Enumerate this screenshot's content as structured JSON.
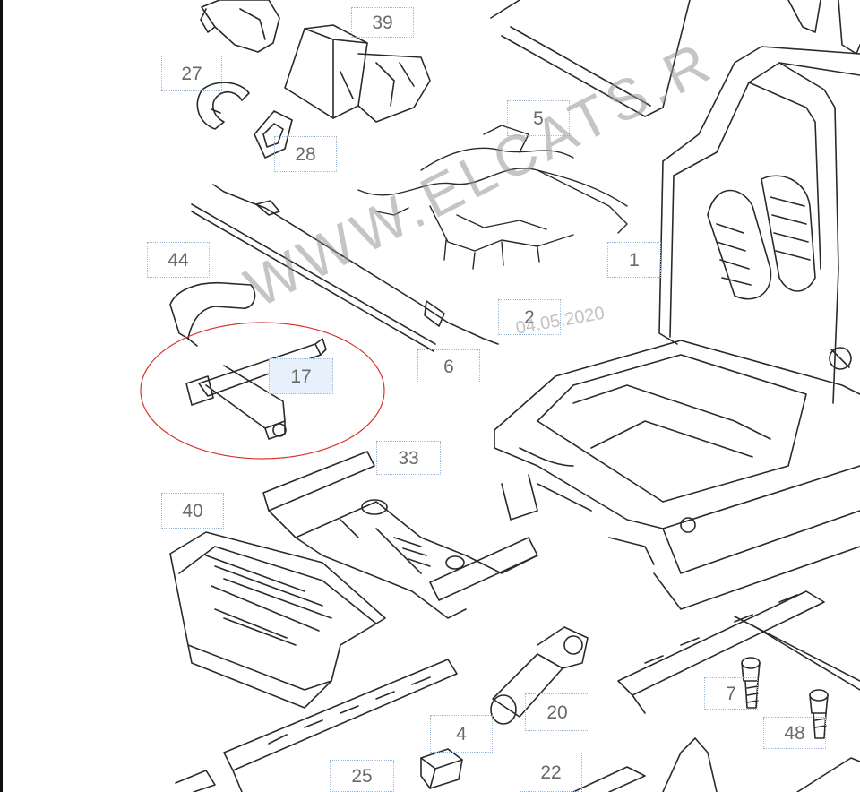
{
  "diagram": {
    "watermark": "WWW.ELCATS.R",
    "date_stamp": "04.05.2020",
    "highlight_color": "#d9342b",
    "callouts": [
      {
        "id": "c39",
        "label": "39"
      },
      {
        "id": "c27",
        "label": "27"
      },
      {
        "id": "c28",
        "label": "28"
      },
      {
        "id": "c5",
        "label": "5"
      },
      {
        "id": "c44",
        "label": "44"
      },
      {
        "id": "c1",
        "label": "1"
      },
      {
        "id": "c2",
        "label": "2"
      },
      {
        "id": "c6",
        "label": "6"
      },
      {
        "id": "c17",
        "label": "17"
      },
      {
        "id": "c33",
        "label": "33"
      },
      {
        "id": "c40",
        "label": "40"
      },
      {
        "id": "c7",
        "label": "7"
      },
      {
        "id": "c4",
        "label": "4"
      },
      {
        "id": "c20",
        "label": "20"
      },
      {
        "id": "c48",
        "label": "48"
      },
      {
        "id": "c25",
        "label": "25"
      },
      {
        "id": "c22",
        "label": "22"
      }
    ]
  }
}
